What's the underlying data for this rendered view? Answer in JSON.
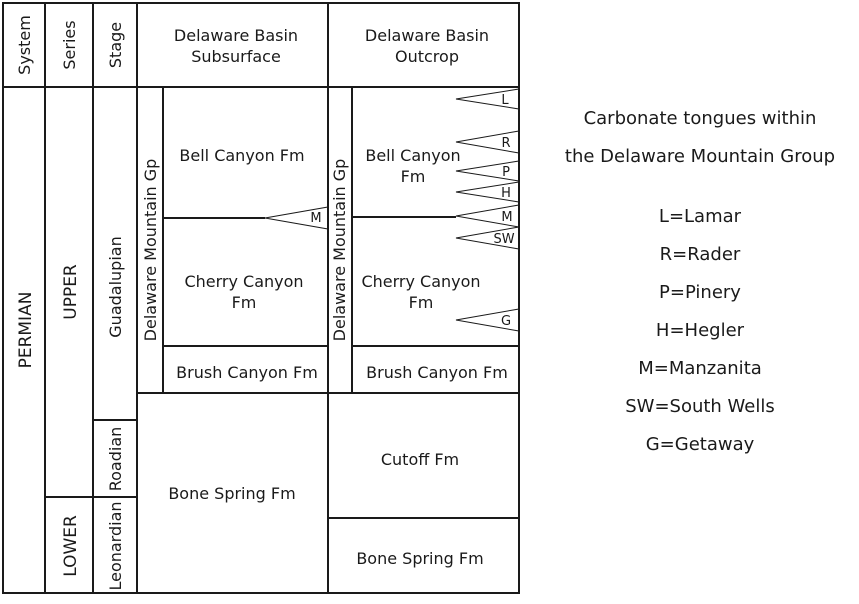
{
  "header": {
    "system": "System",
    "series": "Series",
    "stage": "Stage",
    "subsurface": [
      "Delaware Basin",
      "Subsurface"
    ],
    "outcrop": [
      "Delaware Basin",
      "Outcrop"
    ]
  },
  "system_col": {
    "permian": "PERMIAN"
  },
  "series_col": {
    "upper": "UPPER",
    "lower": "LOWER"
  },
  "stage_col": {
    "guadalupian": "Guadalupian",
    "roadian": "Roadian",
    "leonardian": "Leonardian"
  },
  "group_label": "Delaware Mountain Gp",
  "subsurface": {
    "bell": "Bell Canyon Fm",
    "cherry": [
      "Cherry Canyon",
      "Fm"
    ],
    "brush": "Brush Canyon Fm",
    "bone": "Bone Spring Fm",
    "tongue_m": "M"
  },
  "outcrop": {
    "bell": [
      "Bell Canyon",
      "Fm"
    ],
    "cherry": [
      "Cherry Canyon",
      "Fm"
    ],
    "brush": "Brush Canyon Fm",
    "cutoff": "Cutoff Fm",
    "bone": "Bone Spring Fm",
    "tongues": {
      "L": "L",
      "R": "R",
      "P": "P",
      "H": "H",
      "M": "M",
      "SW": "SW",
      "G": "G"
    }
  },
  "legend": {
    "title": [
      "Carbonate tongues within",
      "the Delaware Mountain Group"
    ],
    "items": [
      "L=Lamar",
      "R=Rader",
      "P=Pinery",
      "H=Hegler",
      "M=Manzanita",
      "SW=South Wells",
      "G=Getaway"
    ]
  }
}
